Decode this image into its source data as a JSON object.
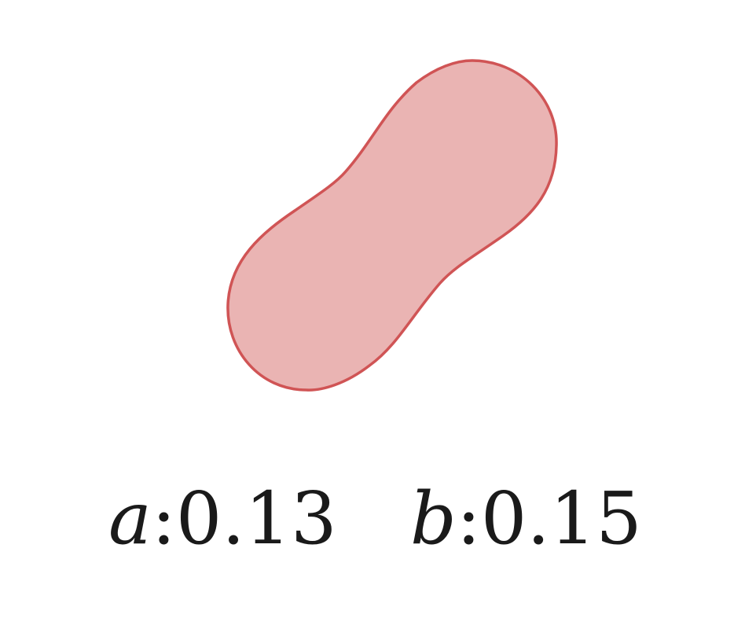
{
  "shape": {
    "name": "peanut-blob",
    "fill_color": "#eab4b3",
    "stroke_color": "#d05455"
  },
  "parameters": [
    {
      "symbol": "a",
      "separator": ":",
      "value": "0.13"
    },
    {
      "symbol": "b",
      "separator": ":",
      "value": "0.15"
    }
  ]
}
